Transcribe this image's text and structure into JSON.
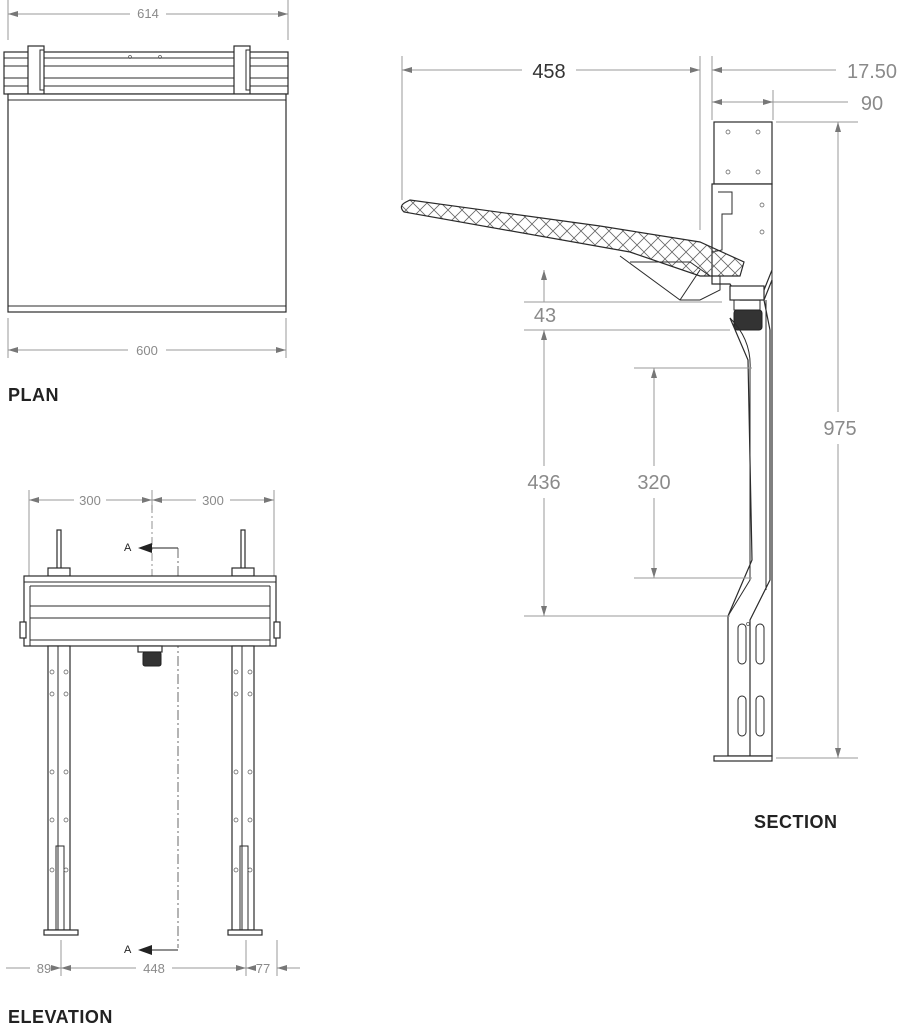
{
  "views": {
    "plan": {
      "title": "PLAN",
      "dims": {
        "top": "614",
        "bottom": "600"
      }
    },
    "elevation": {
      "title": "ELEVATION",
      "dims": {
        "left_half": "300",
        "right_half": "300",
        "left_leg": "89",
        "between_legs": "448",
        "right_leg": "77"
      },
      "section_marker": "A"
    },
    "section": {
      "title": "SECTION",
      "dims": {
        "projection": "458",
        "wall_offset": "17.50",
        "bracket_depth": "90",
        "bowl_depth": "43",
        "rim_height": "436",
        "knee_clearance": "320",
        "total_height": "975"
      }
    }
  },
  "colors": {
    "line": "#2b2b2b",
    "dimension": "#8a8a8a",
    "title": "#222222"
  }
}
